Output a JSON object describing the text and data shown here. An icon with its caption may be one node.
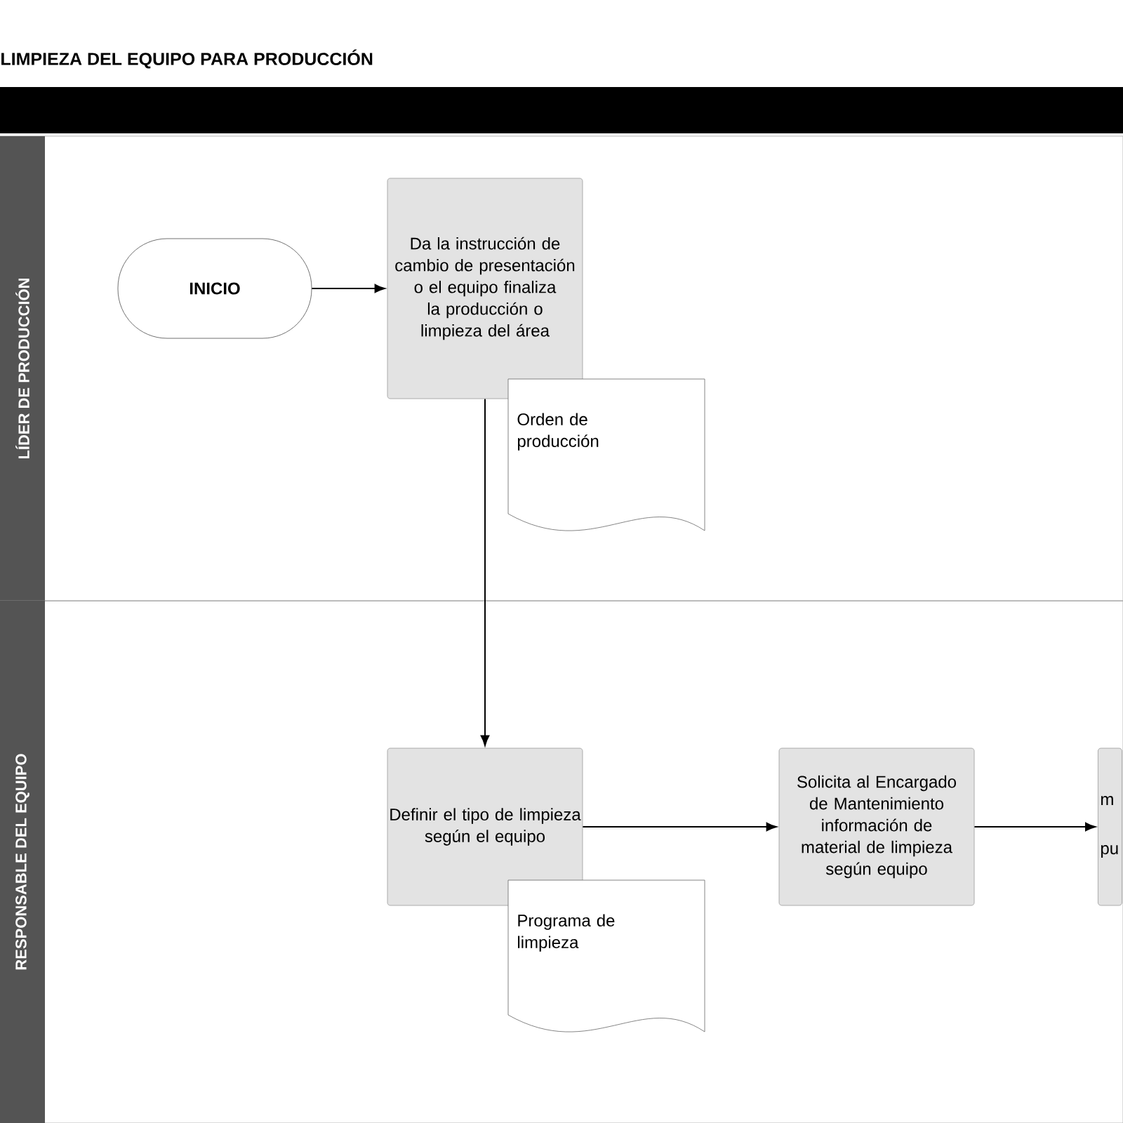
{
  "diagram": {
    "title": "LIMPIEZA DEL EQUIPO PARA PRODUCCIÓN",
    "nodes": [
      {
        "text": [
          "LÍDER DE PRODUCCIÓN"
        ]
      },
      {
        "text": [
          "INICIO"
        ],
        "in": 0
      },
      {
        "text": [
          "Da la instrucción de cambio de presentación o el equipo finaliza la producción o limpieza del área"
        ],
        "in": 0
      },
      {
        "text": [
          "Orden de producción"
        ],
        "in": 0
      },
      {
        "text": [
          "RESPONSABLE DEL EQUIPO"
        ]
      },
      {
        "text": [
          "Definir el tipo de limpieza según el equipo"
        ],
        "in": 4
      },
      {
        "text": [
          "Programa de limpieza"
        ],
        "in": 4
      },
      {
        "text": [
          "Solicita al Encargado de Mantenimiento información de material de limpieza según equipo"
        ],
        "in": 4
      },
      {
        "text": [
          "m",
          "pu"
        ],
        "in": 4
      }
    ],
    "edges": [
      {
        "from": 1,
        "to": 2,
        "arrow": "to"
      },
      {
        "from": 2,
        "to": 5,
        "arrow": "to"
      },
      {
        "from": 5,
        "to": 7,
        "arrow": "to"
      },
      {
        "from": 7,
        "to": 8,
        "arrow": "to"
      }
    ]
  }
}
